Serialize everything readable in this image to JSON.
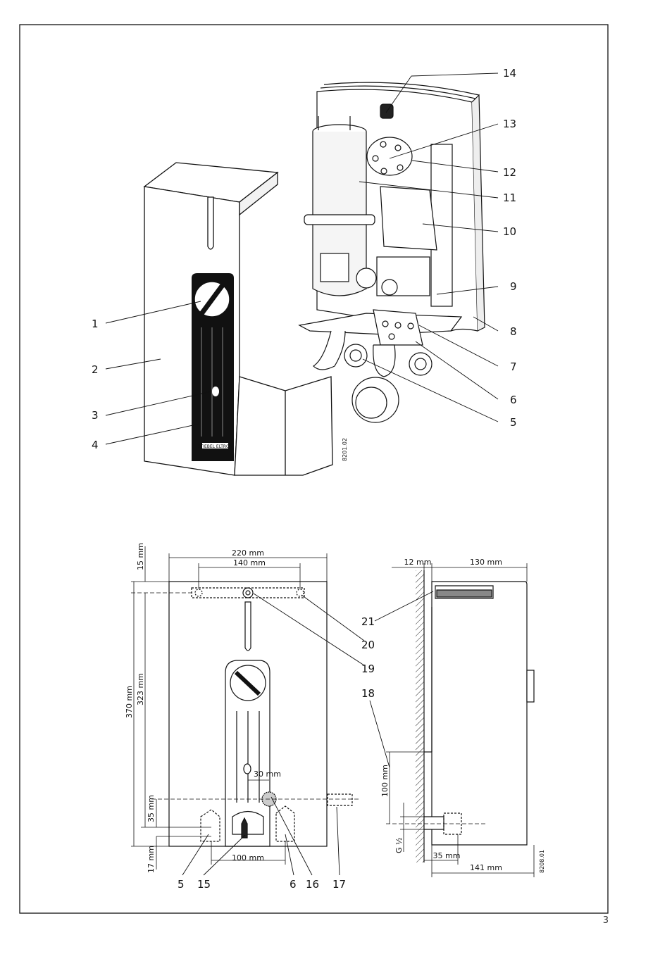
{
  "page_number": "3",
  "figure_top": {
    "code": "8201.02",
    "callouts": [
      "1",
      "2",
      "3",
      "4",
      "5",
      "6",
      "7",
      "8",
      "9",
      "10",
      "11",
      "12",
      "13",
      "14"
    ],
    "logo_text": "STIEBEL ELTRON"
  },
  "figure_front": {
    "callouts": [
      "5",
      "15",
      "6",
      "16",
      "17",
      "19",
      "20"
    ],
    "dims": {
      "width_total": "220 mm",
      "width_holes": "140 mm",
      "top_offset": "15 mm",
      "height_total": "370 mm",
      "height_holes": "323 mm",
      "conn_offset": "35 mm",
      "bottom_offset": "17 mm",
      "conn_spacing": "100 mm",
      "center_offset": "30 mm"
    }
  },
  "figure_side": {
    "code": "8208.01",
    "callouts": [
      "21",
      "18"
    ],
    "dims": {
      "wall_gap": "12 mm",
      "depth": "130 mm",
      "height_conn": "100 mm",
      "thread": "G ½",
      "conn_depth": "35 mm",
      "depth_total": "141 mm"
    }
  }
}
